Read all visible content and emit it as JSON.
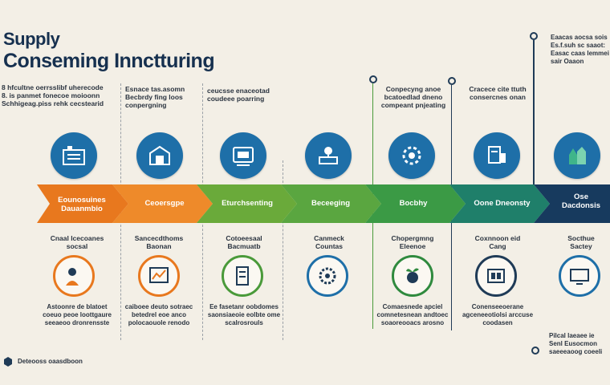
{
  "header": {
    "title_line1": "Supply",
    "title_line2": "Conseming Innctturing",
    "top_right_note": "Eaacas aocsa sois\nEs.f.suh sc saaot:\nEasac caas lemmei\nsair Oaaon"
  },
  "top_notes": [
    "8 hfcultne oerrsslibf uherecode\n8. is panmet fonecoe  moioonn\nSchhigeag.piss rehk cecstearid",
    "Esnace tas.asomn\nBecbrdy fing loos\nconpergning",
    "ceucsse enaceotad\ncoudeee poarring",
    "Conpecyng anoe\nbcatoedlad dneno\ncompeant pnjeating",
    "Cracece cite ttuth\nconsercnes onan"
  ],
  "stages": [
    {
      "label": "Eounosuines\nDauanmbio",
      "color": "#e8781e",
      "icon": "factory-icon"
    },
    {
      "label": "Ceoersgpe",
      "color": "#ee8a2a",
      "icon": "warehouse-icon"
    },
    {
      "label": "Eturchsenting",
      "color": "#6aaa3a",
      "icon": "machine-icon"
    },
    {
      "label": "Beceeging",
      "color": "#5aa640",
      "icon": "assembly-icon"
    },
    {
      "label": "Bocbhy",
      "color": "#3b9a45",
      "icon": "gear-icon"
    },
    {
      "label": "Oone Dneonsty",
      "color": "#1f7f6a",
      "icon": "computer-icon"
    },
    {
      "label": "Ose\nDacdonsis",
      "color": "#173a5e",
      "icon": "buildings-icon"
    }
  ],
  "bottom_titles": [
    "Cnaal lcecoanes\nsocsal",
    "Sancecdthoms\nBaonan",
    "Cotoeesaal\nBacmuatb",
    "Canmeck\nCountas",
    "Chopergmng\nEleenoe",
    "Coxnnoon eid\nCang",
    "Socthue\nSactey"
  ],
  "bottom_icons": [
    "worker-icon",
    "chart-icon",
    "server-icon",
    "cog-cycle-icon",
    "plant-icon",
    "cargo-icon",
    "monitor-icon"
  ],
  "bottom_colors": [
    "#e8781e",
    "#e8781e",
    "#4a9a3a",
    "#1e6fa8",
    "#2f8a3e",
    "#1f3b57",
    "#1e6fa8"
  ],
  "bottom_notes": [
    "Astoonre de blatoet\ncoeuo peoe loottgaure\nseeaeoo dronrensste",
    "caiboee deuto sotraec\nbetedrel eoe anco\npolocaouole renodo",
    "Ee fasetanr oobdomes\nsaonsiaeoie eolbte ome\nscalrosrouls",
    "Comaesnede apciel\ncomnetesnean andtoec\nsoaoreooacs arosno",
    "Conenseeoerane\nagceneeotiolsi arccuse\ncoodasen",
    "Pilcal laeaee ie\nSenl Eusocmon\nsaeeeaoog coeeli"
  ],
  "footer": {
    "left_text": "Deteooss  oaasdboon"
  }
}
